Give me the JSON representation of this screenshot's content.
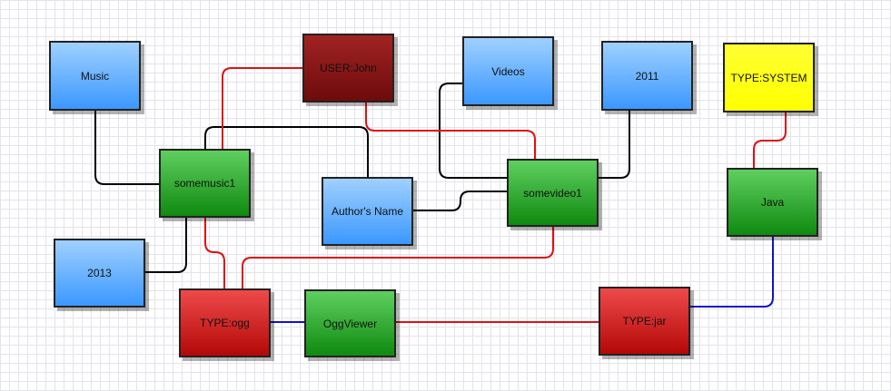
{
  "nodes": {
    "music": {
      "label": "Music"
    },
    "user_john": {
      "label": "USER:John"
    },
    "videos": {
      "label": "Videos"
    },
    "y2011": {
      "label": "2011"
    },
    "type_system": {
      "label": "TYPE:SYSTEM"
    },
    "somemusic1": {
      "label": "somemusic1"
    },
    "authors_name": {
      "label": "Author's Name"
    },
    "somevideo1": {
      "label": "somevideo1"
    },
    "java": {
      "label": "Java"
    },
    "y2013": {
      "label": "2013"
    },
    "type_ogg": {
      "label": "TYPE:ogg"
    },
    "oggviewer": {
      "label": "OggViewer"
    },
    "type_jar": {
      "label": "TYPE:jar"
    }
  },
  "colors": {
    "black_edge": "#000000",
    "red_edge": "#dd1111",
    "blue_edge": "#1111cc"
  }
}
